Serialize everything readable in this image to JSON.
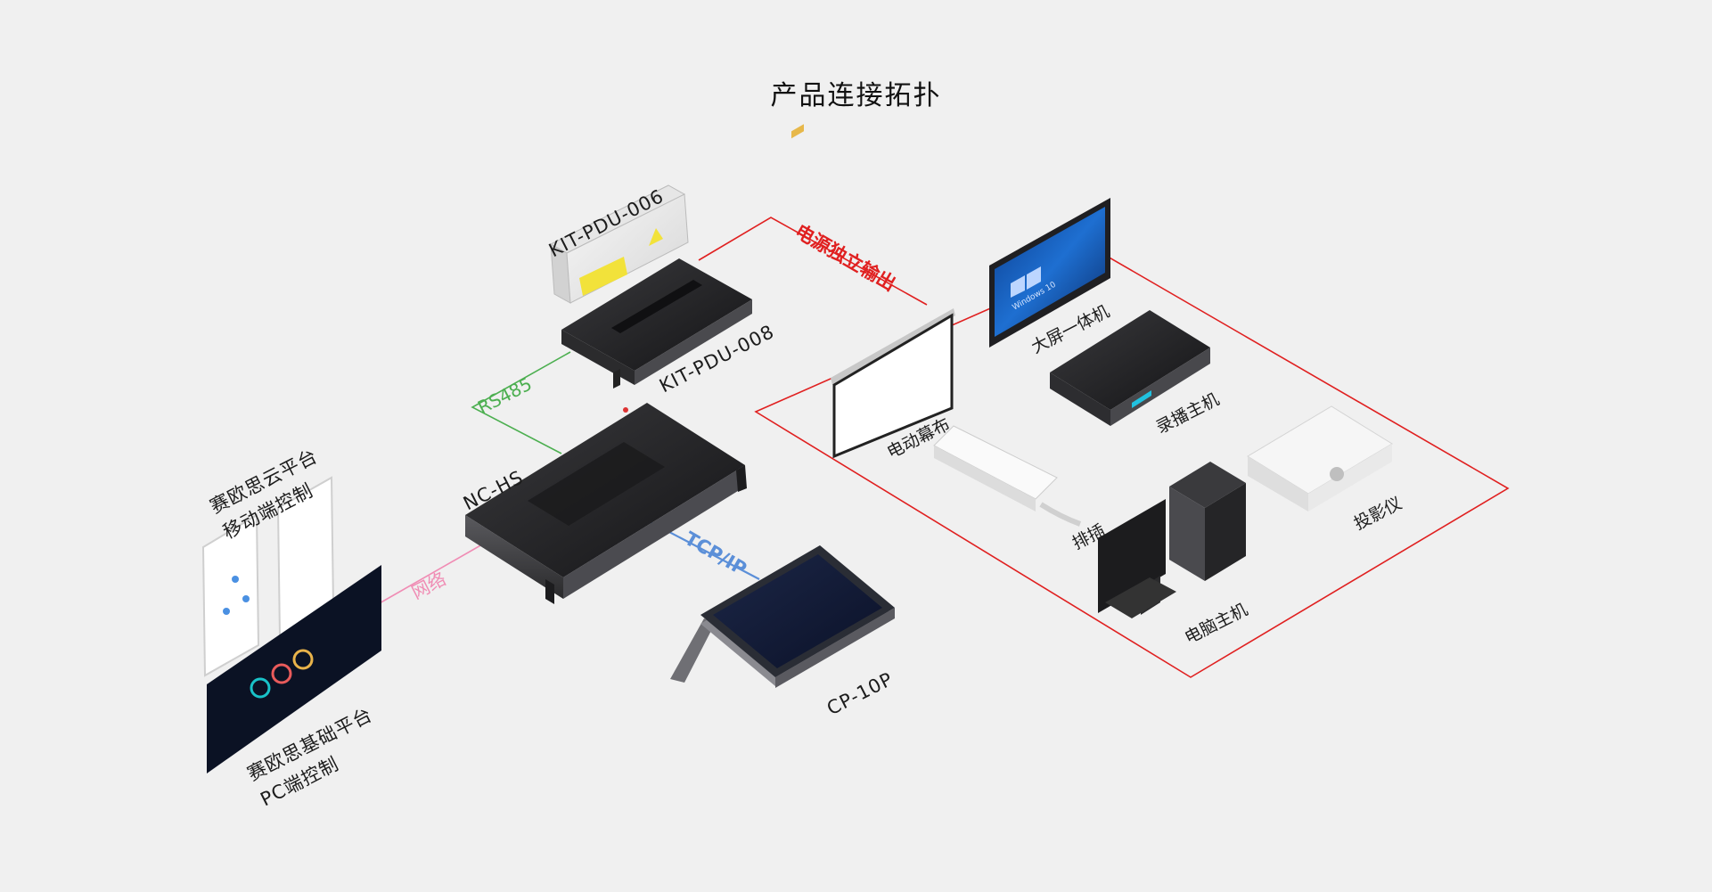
{
  "title": "产品连接拓扑",
  "nodes": {
    "kit_pdu_006": "KIT-PDU-006",
    "kit_pdu_008": "KIT-PDU-008",
    "nc_hs": "NC-HS",
    "cp_10p": "CP-10P",
    "electric_screen": "电动幕布",
    "big_screen": "大屏一体机",
    "recorder": "录播主机",
    "power_strip": "排插",
    "projector": "投影仪",
    "pc_host": "电脑主机",
    "mobile_platform": [
      "赛欧思云平台",
      "移动端控制"
    ],
    "pc_platform": [
      "赛欧思基础平台",
      "PC端控制"
    ]
  },
  "links": {
    "rs485": "RS485",
    "tcpip": "TCP/IP",
    "network": "网络",
    "power_output": "电源独立输出"
  },
  "screen_text": {
    "windows": "Windows 10"
  },
  "colors": {
    "power": "#e02020",
    "rs485": "#4caf50",
    "tcpip": "#5b8fd8",
    "network": "#f08cb4"
  }
}
